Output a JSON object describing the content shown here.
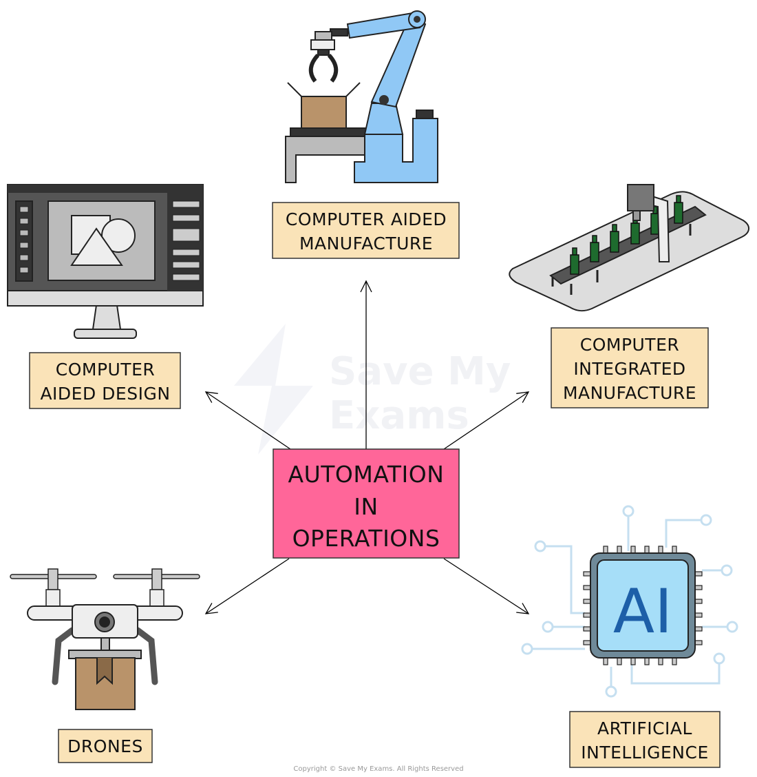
{
  "center": {
    "lines": [
      "AUTOMATION",
      "IN",
      "OPERATIONS"
    ],
    "color": "#ff6699"
  },
  "nodes": {
    "cam": {
      "lines": [
        "COMPUTER  AIDED",
        "MANUFACTURE"
      ],
      "icon": "robotic-arm-icon"
    },
    "cad": {
      "lines": [
        "COMPUTER",
        "AIDED  DESIGN"
      ],
      "icon": "computer-monitor-icon"
    },
    "cim": {
      "lines": [
        "COMPUTER",
        "INTEGRATED",
        "MANUFACTURE"
      ],
      "icon": "conveyor-belt-icon"
    },
    "drones": {
      "lines": [
        "DRONES"
      ],
      "icon": "drone-icon"
    },
    "ai": {
      "lines": [
        "ARTIFICIAL",
        "INTELLIGENCE"
      ],
      "icon": "ai-chip-icon",
      "chip_text": "AI"
    }
  },
  "label_color": "#fae3b8",
  "watermark": {
    "lines": [
      "Save My",
      "Exams"
    ]
  },
  "copyright": "Copyright © Save My Exams. All Rights Reserved"
}
